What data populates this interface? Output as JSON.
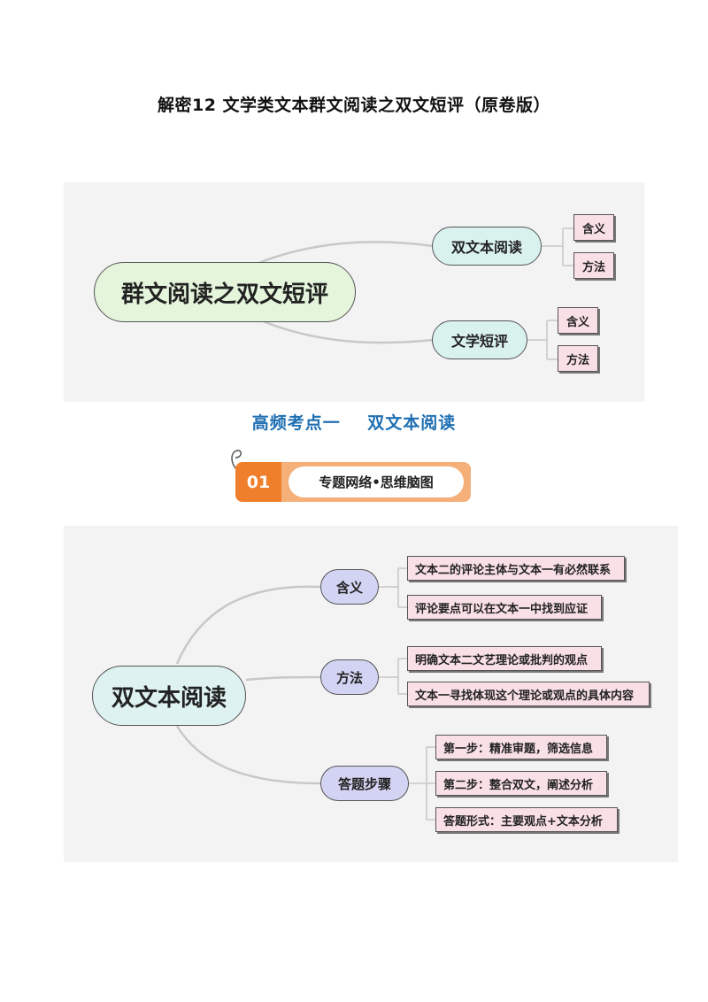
{
  "page_title": "解密12  文学类文本群文阅读之双文短评（原卷版）",
  "map1": {
    "root": "群文阅读之双文短评",
    "branches": [
      {
        "label": "双文本阅读",
        "leaves": [
          "含义",
          "方法"
        ]
      },
      {
        "label": "文学短评",
        "leaves": [
          "含义",
          "方法"
        ]
      }
    ]
  },
  "section_heading": "高频考点一    双文本阅读",
  "banner": {
    "number": "01",
    "label": "专题网络•思维脑图"
  },
  "map2": {
    "root": "双文本阅读",
    "branches": [
      {
        "label": "含义",
        "leaves": [
          "文本二的评论主体与文本一有必然联系",
          "评论要点可以在文本一中找到应证"
        ]
      },
      {
        "label": "方法",
        "leaves": [
          "明确文本二文艺理论或批判的观点",
          "文本一寻找体现这个理论或观点的具体内容"
        ]
      },
      {
        "label": "答题步骤",
        "leaves": [
          "第一步：精准审题，筛选信息",
          "第二步：整合双文，阐述分析",
          "答题形式：主要观点+文本分析"
        ]
      }
    ]
  }
}
